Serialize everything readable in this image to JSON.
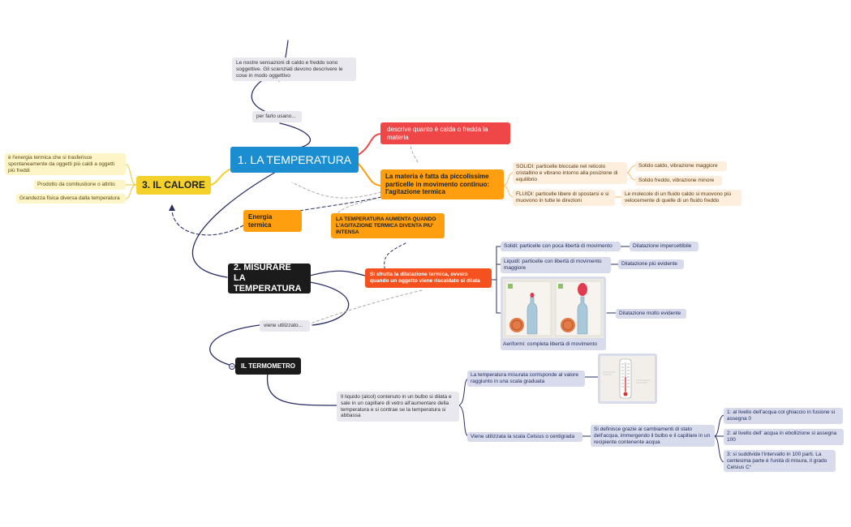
{
  "center": {
    "title": "1. LA TEMPERATURA"
  },
  "notes": {
    "sensazioni": "Le nostre sensazioni di caldo e freddo sono soggettive. Gli scienziati devono descrivere le cose in modo oggettivo",
    "per_farlo": "per farlo usano..."
  },
  "branches": {
    "descrive": "descrive quanto è calda o fredda la materia",
    "materia": "La materia è fatta da piccolissime particelle in movimento continuo: l'agitazione termica",
    "solidi": "SOLIDI: particelle bloccate nel reticolo cristallino e vibrano intorno alla posizione di equilibrio",
    "solido_caldo": "Solido caldo, vibrazione maggiore",
    "solido_freddo": "Solido freddo, vibrazione minore",
    "fluidi": "FLUIDI: particelle libere di spostarsi e si muovono in tutte le direzioni",
    "fluido_caldo": "Le molecole di un fluido caldo si muovono più velocemente di quelle di un fluido freddo",
    "energia_termica": "Energia termica",
    "aumenta": "LA TEMPERATURA AUMENTA QUANDO L'AGITAZIONE TERMICA DIVENTA PIU' INTENSA"
  },
  "calore": {
    "title": "3. IL CALORE",
    "items": [
      "è l'energia termica che si trasferisce spontaneamente da oggetti più caldi a oggetti più freddi",
      "Prodotto da combustione o attrito",
      "Grandezza fisica diversa dalla temperatura"
    ]
  },
  "misurare": {
    "title": "2. MISURARE LA TEMPERATURA",
    "dilatazione": "Si sfrutta la dilatazione termica, ovvero quando un oggetto viene riscaldato si dilata",
    "solidi": "Solidi: particelle con poca libertà di movimento",
    "solidi_dil": "Dilatazione impercettibile",
    "liquidi": "Liquidi: particelle con libertà di movimento maggiore",
    "liquidi_dil": "Dilatazione più evidente",
    "aeriformi": "Aeriformi: completa libertà di movimento",
    "aeriformi_dil": "Dilatazione molto evidente",
    "viene_utilizzato": "viene utilizzato..."
  },
  "termometro": {
    "title": "IL TERMOMETRO",
    "liquido": "Il liquido (alcol) contenuto in un bulbo si dilata e sale in un capillare di vetro all'aumentare della temperatura e si contrae se la temperatura si abbassa",
    "scala_graduata": "La temperatura misurata corrisponde al valore raggiunto in una scala graduata",
    "celsius": "Viene utilizzata la scala Celsius o centigrada",
    "definisce": "Si definisce grazie ai cambiamenti di stato dell'acqua, immergendo il bulbo e il capillare in un recipiente contenente acqua",
    "steps": [
      "1: al livello dell'acqua col ghiaccio in fusione si assegna 0",
      "2: al livello dell' acqua in ebollizione si assegna 100",
      "3: si suddivide l'intervallo in 100 parti. La centesima parte è l'unità di misura, il grado Celsius C°"
    ]
  },
  "colors": {
    "blue": "#1a8ed1",
    "yellow": "#f5d12c",
    "black": "#1b1b1b",
    "red": "#ef4747",
    "orange": "#ff9e0e",
    "red_orange": "#f4511e"
  }
}
